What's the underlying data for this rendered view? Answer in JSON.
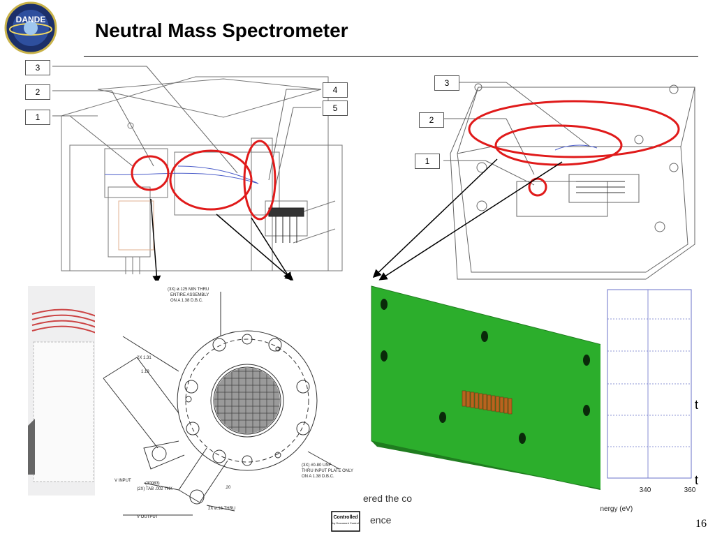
{
  "slide": {
    "title": "Neutral Mass Spectrometer",
    "page_number": "16",
    "logo_text": "DANDE",
    "fragment_text_1": "ered the co",
    "fragment_text_2": "ence",
    "edge_text_1": "t",
    "edge_text_2": "t"
  },
  "left_drawing": {
    "callouts": [
      "3",
      "2",
      "1",
      "4",
      "5"
    ]
  },
  "right_drawing": {
    "callouts": [
      "3",
      "2",
      "1"
    ]
  },
  "ring_drawing": {
    "note_top_1": "(3X) ø.125 MIN THRU",
    "note_top_2": "ENTIRE ASSEMBLY",
    "note_top_3": "ON A 1.38 D.B.C.",
    "dim_1": "2X 1.31",
    "dim_2": "1.19",
    "note_right_1": "(3X) #0-80 UNF",
    "note_right_2": "THRU INPUT PLATE ONLY",
    "note_right_3": "ON A 1.38 D.B.C.",
    "label_v_input": "V INPUT",
    "label_tab_1": "(30083)",
    "label_tab_2": "(2X) TAB .002 THK",
    "label_v_output": "V OUTPUT",
    "dim_3": ".20",
    "note_bottom": "2X ø.16 THRU"
  },
  "chart_panel": {
    "xlabel": "Kinetic Energy (eV)",
    "tick_labels": [
      "340",
      "360"
    ]
  },
  "stamp": {
    "line1": "Controlled",
    "line2": "by Document Control"
  },
  "colors": {
    "red_outline": "#e01a1a",
    "pcb_green": "#2cae2c",
    "pcb_edge": "#1f7d1f",
    "connector": "#b8641e",
    "chart_grid": "#6a72c8"
  }
}
